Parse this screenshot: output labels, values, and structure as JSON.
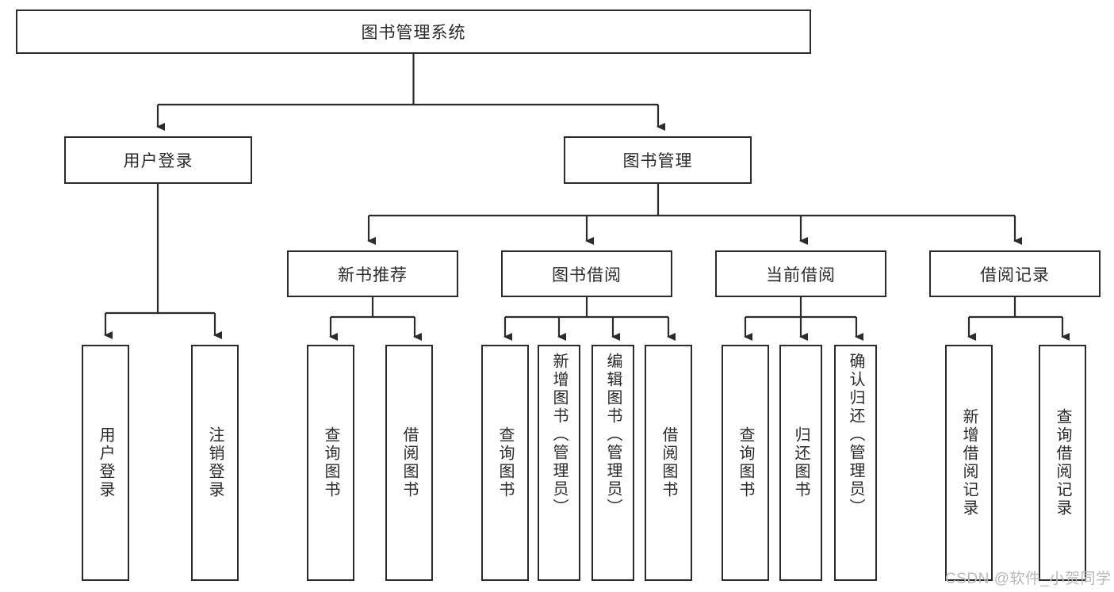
{
  "diagram": {
    "title": "图书管理系统",
    "type": "tree-hierarchy-diagram",
    "root": {
      "label": "图书管理系统"
    },
    "level2": [
      {
        "label": "用户登录"
      },
      {
        "label": "图书管理"
      }
    ],
    "level3": [
      {
        "label": "新书推荐"
      },
      {
        "label": "图书借阅"
      },
      {
        "label": "当前借阅"
      },
      {
        "label": "借阅记录"
      }
    ],
    "leaves": [
      {
        "label": "用户登录",
        "parent": "用户登录"
      },
      {
        "label": "注销登录",
        "parent": "用户登录"
      },
      {
        "label": "查询图书",
        "parent": "新书推荐"
      },
      {
        "label": "借阅图书",
        "parent": "新书推荐"
      },
      {
        "label": "查询图书",
        "parent": "图书借阅"
      },
      {
        "label": "新增图书（管理员）",
        "parent": "图书借阅"
      },
      {
        "label": "编辑图书（管理员）",
        "parent": "图书借阅"
      },
      {
        "label": "借阅图书",
        "parent": "图书借阅"
      },
      {
        "label": "查询图书",
        "parent": "当前借阅"
      },
      {
        "label": "归还图书",
        "parent": "当前借阅"
      },
      {
        "label": "确认归还（管理员）",
        "parent": "当前借阅"
      },
      {
        "label": "新增借阅记录",
        "parent": "借阅记录"
      },
      {
        "label": "查询借阅记录",
        "parent": "借阅记录"
      }
    ]
  },
  "watermark": {
    "text": "CSDN @软件_小贺同学"
  },
  "colors": {
    "stroke": "#2b2b2b",
    "background": "#ffffff",
    "watermark": "#b9b9b9"
  }
}
